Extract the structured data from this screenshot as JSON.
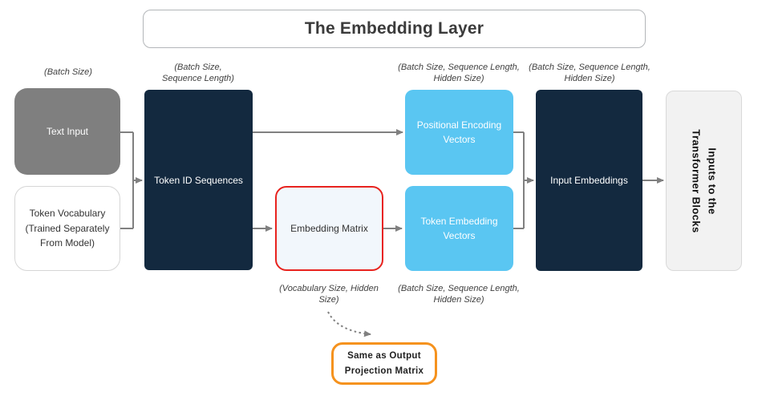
{
  "title": "The Embedding Layer",
  "colors": {
    "navy_box": "#13293f",
    "light_blue_box": "#5ac6f2",
    "gray_box": "#7f7f7f",
    "connector_gray": "#808080",
    "red_border": "#e8231e",
    "orange_border": "#f5921e",
    "panel_gray": "#f2f2f2"
  },
  "nodes": {
    "text_input": {
      "label": "Text Input",
      "dim": "(Batch Size)"
    },
    "token_vocabulary": {
      "label": "Token Vocabulary\n(Trained Separately\nFrom Model)"
    },
    "token_id_sequences": {
      "label": "Token ID Sequences",
      "dim": "(Batch Size,\nSequence Length)"
    },
    "embedding_matrix": {
      "label": "Embedding Matrix",
      "dim": "(Vocabulary Size, Hidden\nSize)"
    },
    "positional_encoding_vectors": {
      "label": "Positional Encoding\nVectors",
      "dim": "(Batch Size, Sequence Length,\nHidden Size)"
    },
    "token_embedding_vectors": {
      "label": "Token Embedding\nVectors",
      "dim": "(Batch Size, Sequence Length,\nHidden Size)"
    },
    "input_embeddings": {
      "label": "Input Embeddings",
      "dim": "(Batch Size, Sequence Length,\nHidden Size)"
    },
    "transformer_blocks_inputs": {
      "label": "Inputs to the\nTransformer Blocks"
    },
    "output_projection_note": {
      "label": "Same as Output\nProjection Matrix"
    }
  }
}
